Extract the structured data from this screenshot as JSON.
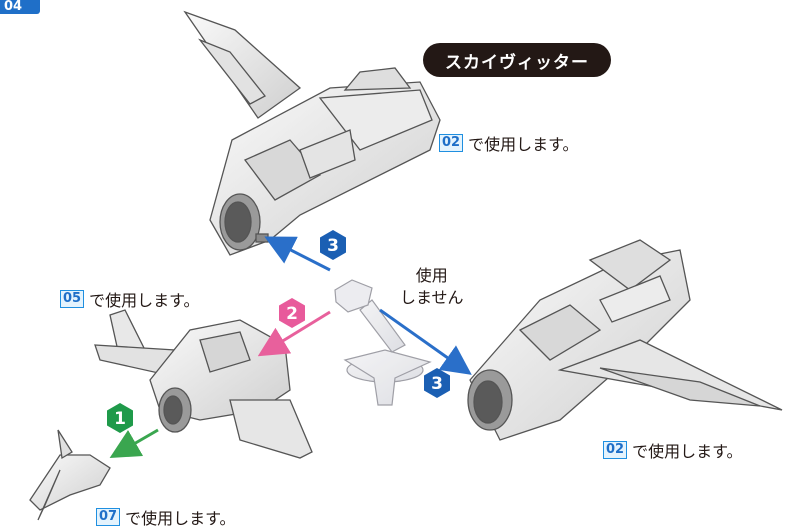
{
  "step_marker": "04",
  "title": "スカイヴィッター",
  "notes": {
    "top": {
      "num": "02",
      "text": "で使用します。"
    },
    "left": {
      "num": "05",
      "text": "で使用します。"
    },
    "right": {
      "num": "02",
      "text": "で使用します。"
    },
    "bottom": {
      "num": "07",
      "text": "で使用します。"
    }
  },
  "unused_label": {
    "line1": "使用",
    "line2": "しません"
  },
  "badges": {
    "one": "1",
    "two": "2",
    "three_a": "3",
    "three_b": "3"
  },
  "colors": {
    "blue_badge": "#1b5fb3",
    "pink_badge": "#e85a9b",
    "green_badge": "#1f9a4a",
    "arrow_blue": "#2a6fc9",
    "arrow_pink": "#e8609c",
    "arrow_green": "#3aa64f",
    "title_bg": "#231815"
  }
}
